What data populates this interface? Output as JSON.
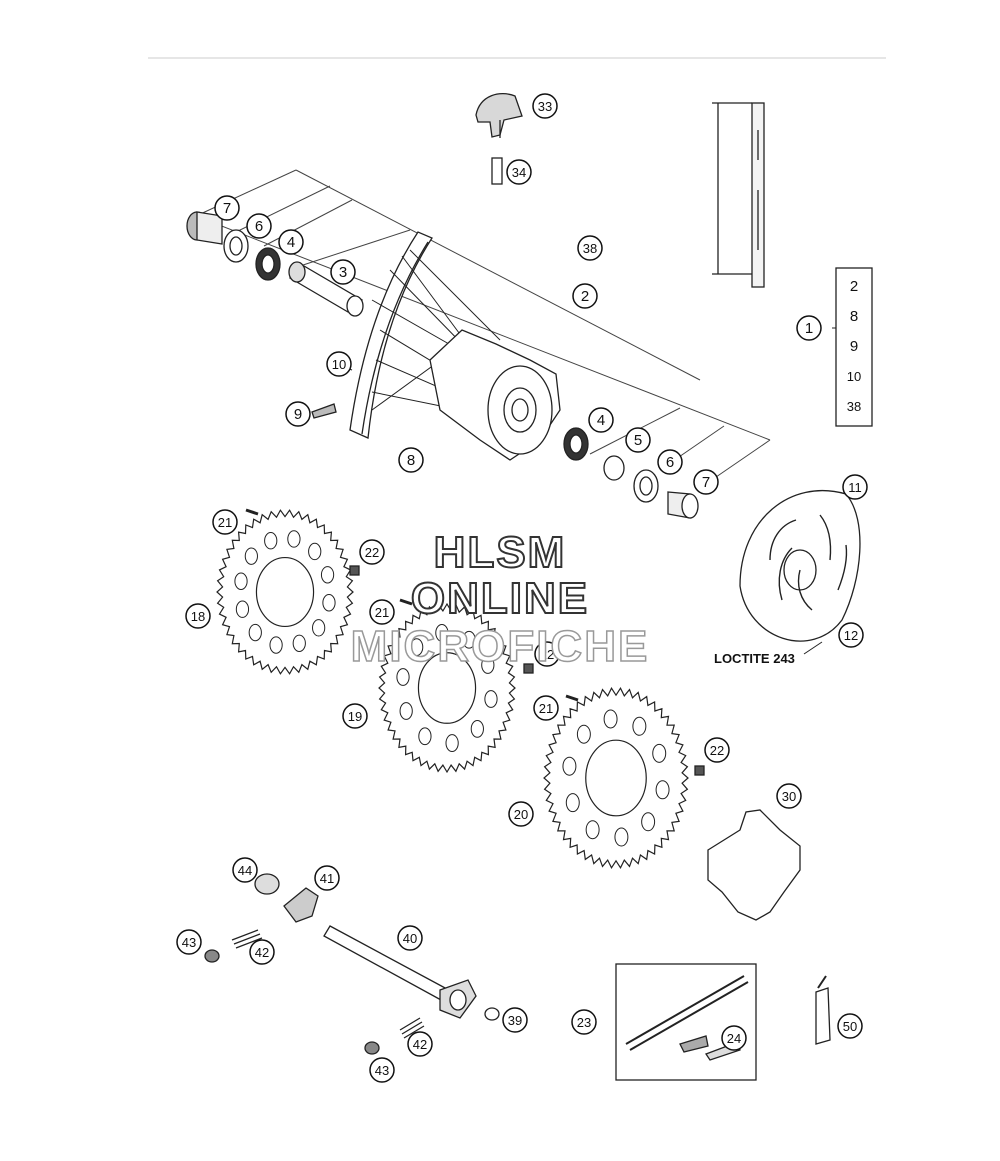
{
  "watermark": {
    "line1": "HLSM",
    "line2": "ONLINE",
    "line3": "MICROFICHE"
  },
  "note_loctite": "LOCTITE 243",
  "callouts": [
    {
      "key": "c33",
      "label": "33",
      "circled": true
    },
    {
      "key": "c34",
      "label": "34",
      "circled": true
    },
    {
      "key": "c7a",
      "label": "7",
      "circled": true
    },
    {
      "key": "c6a",
      "label": "6",
      "circled": true
    },
    {
      "key": "c4a",
      "label": "4",
      "circled": true
    },
    {
      "key": "c3",
      "label": "3",
      "circled": true
    },
    {
      "key": "c38a",
      "label": "38",
      "circled": true
    },
    {
      "key": "c2a",
      "label": "2",
      "circled": true
    },
    {
      "key": "c10a",
      "label": "10",
      "circled": true
    },
    {
      "key": "c9a",
      "label": "9",
      "circled": true
    },
    {
      "key": "c8a",
      "label": "8",
      "circled": true
    },
    {
      "key": "c4b",
      "label": "4",
      "circled": true
    },
    {
      "key": "c5",
      "label": "5",
      "circled": true
    },
    {
      "key": "c6b",
      "label": "6",
      "circled": true
    },
    {
      "key": "c7b",
      "label": "7",
      "circled": true
    },
    {
      "key": "c1",
      "label": "1",
      "circled": true
    },
    {
      "key": "k2",
      "label": "2",
      "circled": false
    },
    {
      "key": "k8",
      "label": "8",
      "circled": false
    },
    {
      "key": "k9",
      "label": "9",
      "circled": false
    },
    {
      "key": "k10",
      "label": "10",
      "circled": false
    },
    {
      "key": "k38",
      "label": "38",
      "circled": false
    },
    {
      "key": "c11",
      "label": "11",
      "circled": true
    },
    {
      "key": "c12",
      "label": "12",
      "circled": true
    },
    {
      "key": "c21a",
      "label": "21",
      "circled": true
    },
    {
      "key": "c22a",
      "label": "22",
      "circled": true
    },
    {
      "key": "c18",
      "label": "18",
      "circled": true
    },
    {
      "key": "c21b",
      "label": "21",
      "circled": true
    },
    {
      "key": "c22b",
      "label": "22",
      "circled": true
    },
    {
      "key": "c19",
      "label": "19",
      "circled": true
    },
    {
      "key": "c21c",
      "label": "21",
      "circled": true
    },
    {
      "key": "c22c",
      "label": "22",
      "circled": true
    },
    {
      "key": "c20",
      "label": "20",
      "circled": true
    },
    {
      "key": "c30",
      "label": "30",
      "circled": true
    },
    {
      "key": "c44",
      "label": "44",
      "circled": true
    },
    {
      "key": "c41",
      "label": "41",
      "circled": true
    },
    {
      "key": "c43a",
      "label": "43",
      "circled": true
    },
    {
      "key": "c42a",
      "label": "42",
      "circled": true
    },
    {
      "key": "c40",
      "label": "40",
      "circled": true
    },
    {
      "key": "c39",
      "label": "39",
      "circled": true
    },
    {
      "key": "c42b",
      "label": "42",
      "circled": true
    },
    {
      "key": "c43b",
      "label": "43",
      "circled": true
    },
    {
      "key": "c23",
      "label": "23",
      "circled": true
    },
    {
      "key": "c24",
      "label": "24",
      "circled": true
    },
    {
      "key": "c50",
      "label": "50",
      "circled": true
    }
  ]
}
